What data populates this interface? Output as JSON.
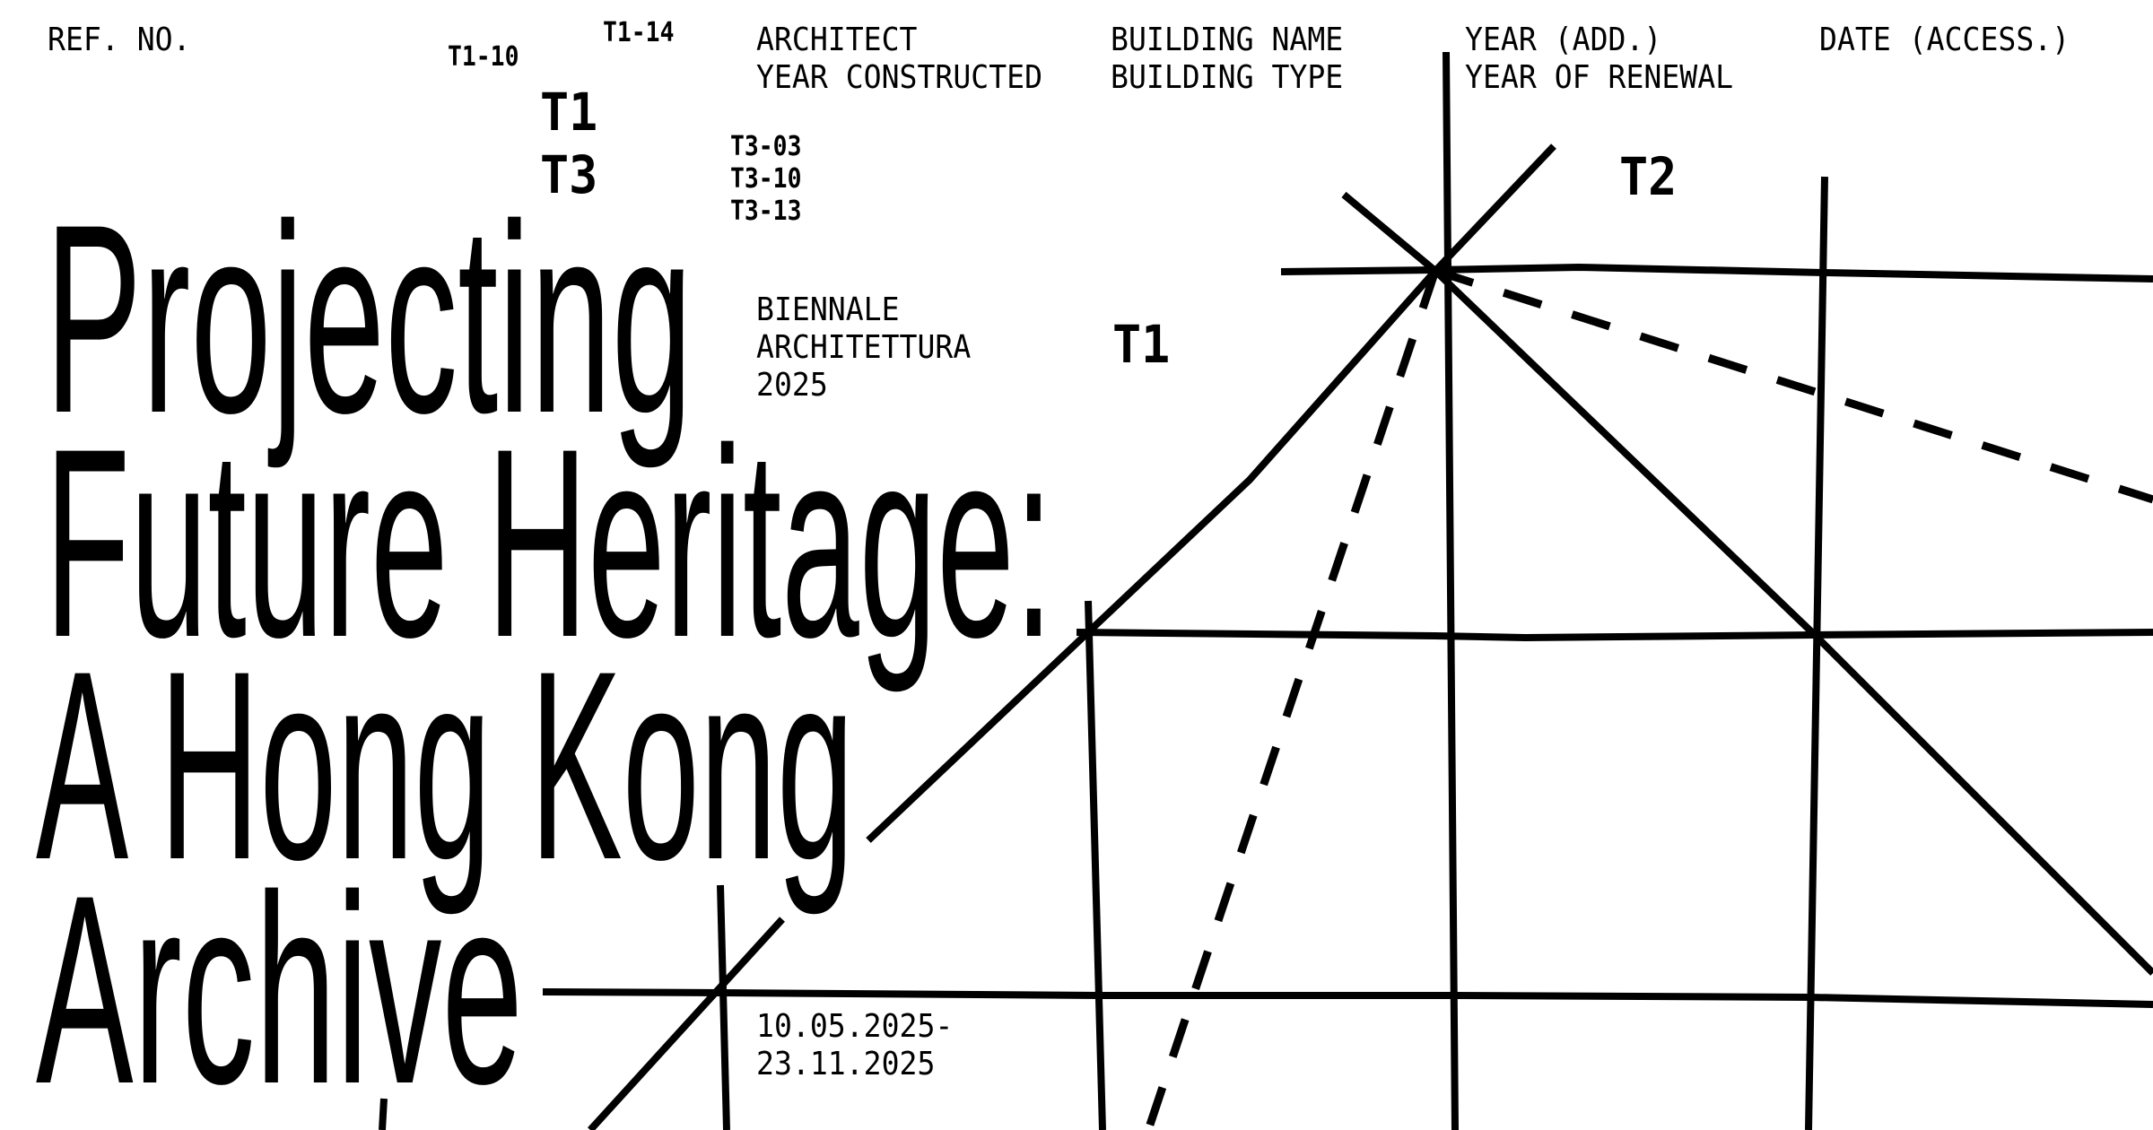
{
  "header": {
    "ref_no": "REF. NO.",
    "col_architect": "ARCHITECT",
    "col_year_constructed": "YEAR CONSTRUCTED",
    "col_building_name": "BUILDING NAME",
    "col_building_type": "BUILDING TYPE",
    "col_year_add": "YEAR (ADD.)",
    "col_year_renewal": "YEAR OF RENEWAL",
    "col_date_access": "DATE (ACCESS.)"
  },
  "tags": {
    "t1_10": "T1-10",
    "t1_14": "T1-14",
    "t1_large": "T1",
    "t3_large": "T3",
    "t3_list": [
      "T3-03",
      "T3-10",
      "T3-13"
    ],
    "t1_mid": "T1",
    "t2": "T2"
  },
  "title": {
    "lines": [
      "Projecting",
      "Future Heritage:",
      "A Hong Kong",
      "Archive"
    ]
  },
  "event": {
    "line1": "BIENNALE",
    "line2": "ARCHITETTURA",
    "line3": "2025",
    "date_start": "10.05.2025-",
    "date_end": "23.11.2025"
  },
  "colors": {
    "background": "#ffffff",
    "ink": "#000000"
  }
}
